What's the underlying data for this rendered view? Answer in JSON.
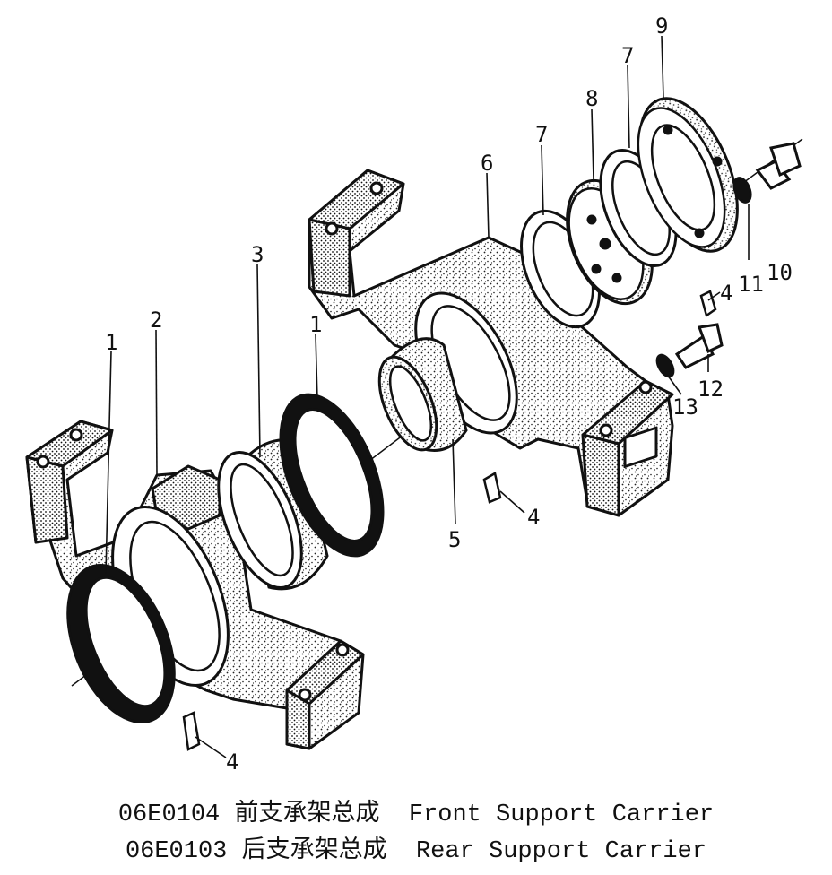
{
  "callouts": [
    {
      "id": "c1a",
      "text": "1"
    },
    {
      "id": "c2",
      "text": "2"
    },
    {
      "id": "c3",
      "text": "3"
    },
    {
      "id": "c1b",
      "text": "1"
    },
    {
      "id": "c4a",
      "text": "4"
    },
    {
      "id": "c5",
      "text": "5"
    },
    {
      "id": "c4b",
      "text": "4"
    },
    {
      "id": "c6",
      "text": "6"
    },
    {
      "id": "c7a",
      "text": "7"
    },
    {
      "id": "c8",
      "text": "8"
    },
    {
      "id": "c7b",
      "text": "7"
    },
    {
      "id": "c9",
      "text": "9"
    },
    {
      "id": "c4c",
      "text": "4"
    },
    {
      "id": "c11",
      "text": "11"
    },
    {
      "id": "c10",
      "text": "10"
    },
    {
      "id": "c13",
      "text": "13"
    },
    {
      "id": "c12",
      "text": "12"
    }
  ],
  "captions": [
    {
      "code": "06E0104",
      "cn": "前支承架总成",
      "en": "Front Support Carrier"
    },
    {
      "code": "06E0103",
      "cn": "后支承架总成",
      "en": "Rear Support Carrier"
    }
  ]
}
